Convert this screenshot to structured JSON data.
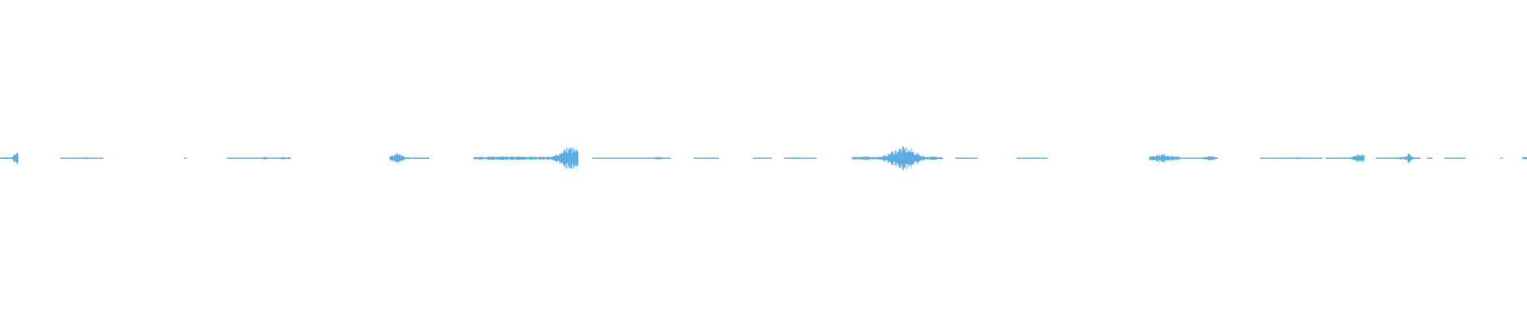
{
  "waveform": {
    "color": "#5dade2",
    "background": "#ffffff",
    "amplitude_range": [
      -1,
      1
    ],
    "time_range": [
      0,
      1
    ],
    "segments": [
      {
        "start": 0.0,
        "end": 0.0115,
        "peak": 0.04
      },
      {
        "start": 0.0395,
        "end": 0.067,
        "peak": 0.006
      },
      {
        "start": 0.1205,
        "end": 0.1215,
        "peak": 0.006
      },
      {
        "start": 0.1486,
        "end": 0.19,
        "peak": 0.008
      },
      {
        "start": 0.2551,
        "end": 0.2806,
        "peak": 0.04
      },
      {
        "start": 0.31,
        "end": 0.378,
        "peak": 0.075
      },
      {
        "start": 0.3878,
        "end": 0.4388,
        "peak": 0.01
      },
      {
        "start": 0.4541,
        "end": 0.47,
        "peak": 0.004
      },
      {
        "start": 0.493,
        "end": 0.505,
        "peak": 0.004
      },
      {
        "start": 0.5134,
        "end": 0.5344,
        "peak": 0.006
      },
      {
        "start": 0.558,
        "end": 0.6167,
        "peak": 0.075
      },
      {
        "start": 0.6256,
        "end": 0.6397,
        "peak": 0.006
      },
      {
        "start": 0.6658,
        "end": 0.6856,
        "peak": 0.005
      },
      {
        "start": 0.7525,
        "end": 0.7972,
        "peak": 0.028
      },
      {
        "start": 0.8253,
        "end": 0.8654,
        "peak": 0.006
      },
      {
        "start": 0.868,
        "end": 0.8929,
        "peak": 0.03
      },
      {
        "start": 0.9011,
        "end": 0.9298,
        "peak": 0.03
      },
      {
        "start": 0.9343,
        "end": 0.9375,
        "peak": 0.004
      },
      {
        "start": 0.9458,
        "end": 0.9592,
        "peak": 0.004
      },
      {
        "start": 0.9825,
        "end": 0.9835,
        "peak": 0.004
      },
      {
        "start": 0.9968,
        "end": 1.0,
        "peak": 0.01
      }
    ]
  }
}
